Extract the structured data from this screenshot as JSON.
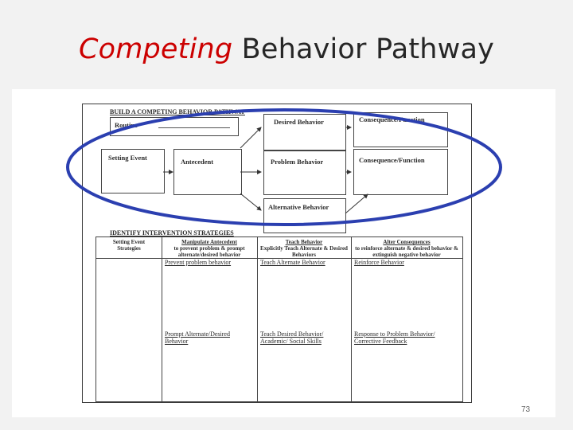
{
  "slide": {
    "title_accent": "Competing",
    "title_rest": "Behavior Pathway",
    "page_number": "73"
  },
  "form": {
    "build_heading": "BUILD A COMPETING BEHAVIOR PATHWAY",
    "routine_label": "Routine",
    "boxes": {
      "desired_behavior": "Desired Behavior",
      "consequence_top": "Consequence/Function",
      "setting_event": "Setting Event",
      "antecedent": "Antecedent",
      "problem_behavior": "Problem Behavior",
      "consequence_mid": "Consequence/Function",
      "alternative_behavior": "Alternative Behavior"
    },
    "strategies_heading": "IDENTIFY INTERVENTION STRATEGIES",
    "columns": [
      {
        "title": "Setting Event",
        "sub": "Strategies"
      },
      {
        "title": "Manipulate Antecedent",
        "sub": "to prevent problem & prompt alternate/desired behavior"
      },
      {
        "title": "Teach Behavior",
        "sub": "Explicitly Teach Alternate & Desired Behaviors"
      },
      {
        "title": "Alter Consequences",
        "sub": "to reinforce alternate & desired behavior & extinguish negative behavior"
      }
    ],
    "cells": {
      "prevent": "Prevent problem behavior",
      "teach_alt": "Teach Alternate Behavior",
      "reinforce": "Reinforce Behavior",
      "prompt": "Prompt Alternate/Desired Behavior",
      "teach_desired": "Teach Desired Behavior/ Academic/ Social Skills",
      "response": "Response to Problem Behavior/ Corrective Feedback"
    }
  },
  "colors": {
    "accent": "#cc0000",
    "ellipse": "#2b3fb0"
  }
}
